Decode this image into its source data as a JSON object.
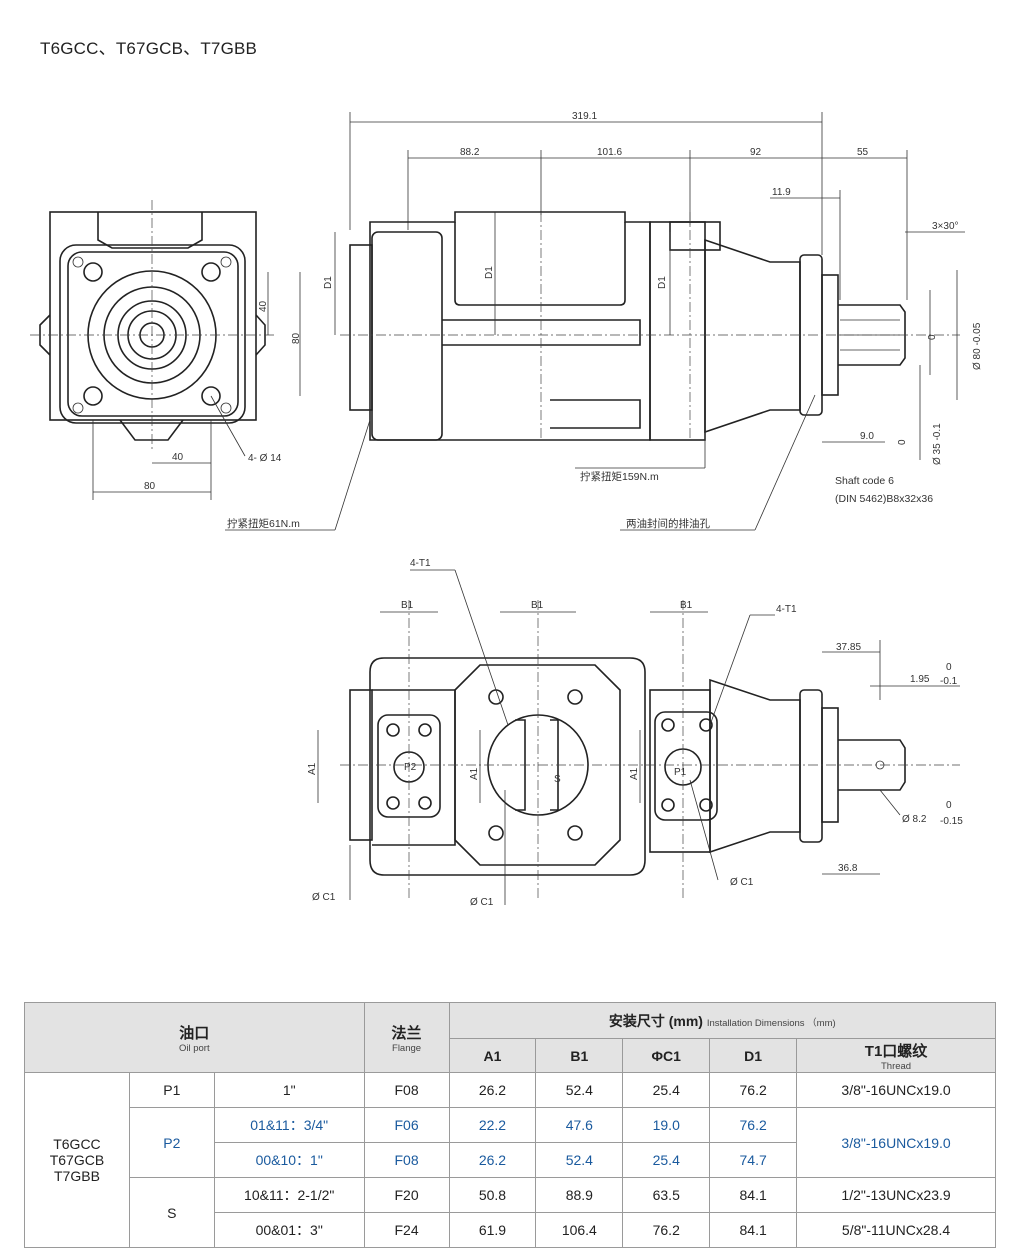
{
  "page_title": "T6GCC、T67GCB、T7GBB",
  "drawing": {
    "dims_top": [
      "319.1",
      "88.2",
      "101.6",
      "92",
      "55",
      "11.9",
      "3×30°"
    ],
    "dims_left": [
      "40",
      "80",
      "40",
      "80",
      "4- Ø 14"
    ],
    "dims_side": [
      "D1",
      "D1",
      "D1",
      "0",
      "Ø 80 -0.05",
      "0",
      "Ø 35 -0.1",
      "9.0"
    ],
    "notes": {
      "torque_61": "拧紧扭矩61N.m",
      "torque_159": "拧紧扭矩159N.m",
      "drain_hole": "两油封间的排油孔",
      "shaft_code": "Shaft code 6",
      "shaft_spec": "(DIN 5462)B8x32x36"
    },
    "bottom_labels": [
      "4-T1",
      "B1",
      "B1",
      "B1",
      "4-T1",
      "A1",
      "A1",
      "A1",
      "P2",
      "S",
      "P1",
      "Ø C1",
      "Ø C1",
      "Ø C1",
      "37.85",
      "1.95",
      "0",
      "-0.1",
      "Ø 8.2",
      "0",
      "-0.15",
      "36.8"
    ]
  },
  "table": {
    "headers": {
      "oil_port_cn": "油口",
      "oil_port_en": "Oil port",
      "flange_cn": "法兰",
      "flange_en": "Flange",
      "install_cn": "安装尺寸 (mm)",
      "install_en": "Installation Dimensions （mm)",
      "a1": "A1",
      "b1": "B1",
      "c1": "ΦC1",
      "d1": "D1",
      "t1_cn": "T1口螺纹",
      "t1_en": "Thread"
    },
    "model": [
      "T6GCC",
      "T67GCB",
      "T7GBB"
    ],
    "rows": [
      {
        "port": "P1",
        "size": "1\"",
        "flange": "F08",
        "a1": "26.2",
        "b1": "52.4",
        "c1": "25.4",
        "d1": "76.2",
        "thread": "3/8\"-16UNCx19.0"
      },
      {
        "port": "P2",
        "size": "01&11：3/4\"",
        "flange": "F06",
        "a1": "22.2",
        "b1": "47.6",
        "c1": "19.0",
        "d1": "76.2",
        "thread": "3/8\"-16UNCx19.0"
      },
      {
        "port": "",
        "size": "00&10：1\"",
        "flange": "F08",
        "a1": "26.2",
        "b1": "52.4",
        "c1": "25.4",
        "d1": "74.7",
        "thread": ""
      },
      {
        "port": "S",
        "size": "10&11：2-1/2\"",
        "flange": "F20",
        "a1": "50.8",
        "b1": "88.9",
        "c1": "63.5",
        "d1": "84.1",
        "thread": "1/2\"-13UNCx23.9"
      },
      {
        "port": "",
        "size": "00&01：3\"",
        "flange": "F24",
        "a1": "61.9",
        "b1": "106.4",
        "c1": "76.2",
        "d1": "84.1",
        "thread": "5/8\"-11UNCx28.4"
      }
    ]
  }
}
